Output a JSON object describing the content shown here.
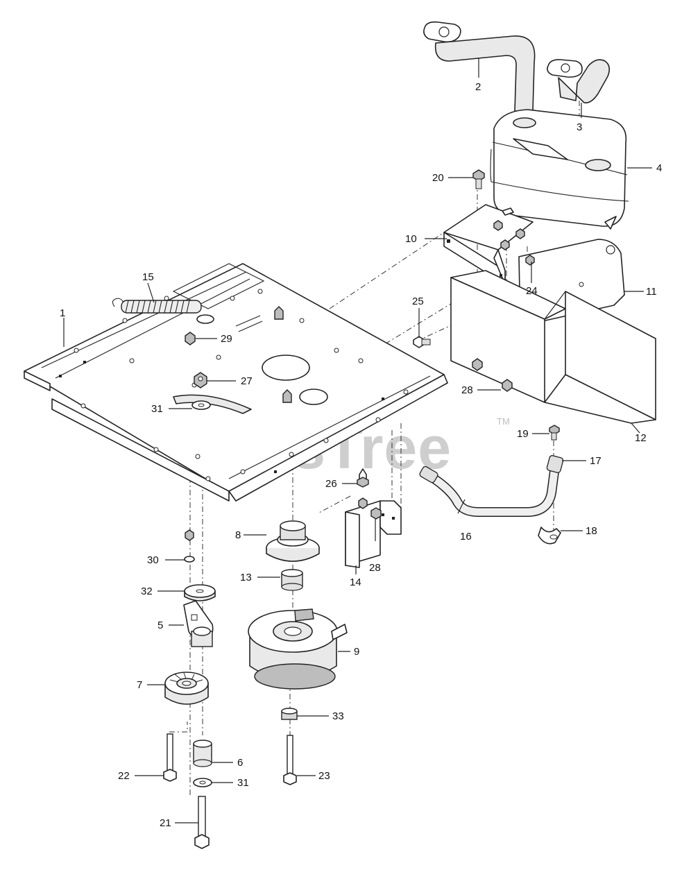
{
  "watermark": {
    "text": "PartsTree",
    "tm": "TM"
  },
  "callouts": [
    {
      "n": "1",
      "label": "1"
    },
    {
      "n": "2",
      "label": "2"
    },
    {
      "n": "3",
      "label": "3"
    },
    {
      "n": "4",
      "label": "4"
    },
    {
      "n": "5",
      "label": "5"
    },
    {
      "n": "6",
      "label": "6"
    },
    {
      "n": "7",
      "label": "7"
    },
    {
      "n": "8",
      "label": "8"
    },
    {
      "n": "9",
      "label": "9"
    },
    {
      "n": "10",
      "label": "10"
    },
    {
      "n": "11",
      "label": "11"
    },
    {
      "n": "12",
      "label": "12"
    },
    {
      "n": "13",
      "label": "13"
    },
    {
      "n": "14",
      "label": "14"
    },
    {
      "n": "15",
      "label": "15"
    },
    {
      "n": "16",
      "label": "16"
    },
    {
      "n": "17",
      "label": "17"
    },
    {
      "n": "18",
      "label": "18"
    },
    {
      "n": "19",
      "label": "19"
    },
    {
      "n": "20",
      "label": "20"
    },
    {
      "n": "21",
      "label": "21"
    },
    {
      "n": "22",
      "label": "22"
    },
    {
      "n": "23",
      "label": "23"
    },
    {
      "n": "24",
      "label": "24"
    },
    {
      "n": "25",
      "label": "25"
    },
    {
      "n": "26",
      "label": "26"
    },
    {
      "n": "27",
      "label": "27"
    },
    {
      "n": "28a",
      "label": "28"
    },
    {
      "n": "28b",
      "label": "28"
    },
    {
      "n": "29",
      "label": "29"
    },
    {
      "n": "30",
      "label": "30"
    },
    {
      "n": "31a",
      "label": "31"
    },
    {
      "n": "31b",
      "label": "31"
    },
    {
      "n": "32",
      "label": "32"
    },
    {
      "n": "33",
      "label": "33"
    }
  ]
}
